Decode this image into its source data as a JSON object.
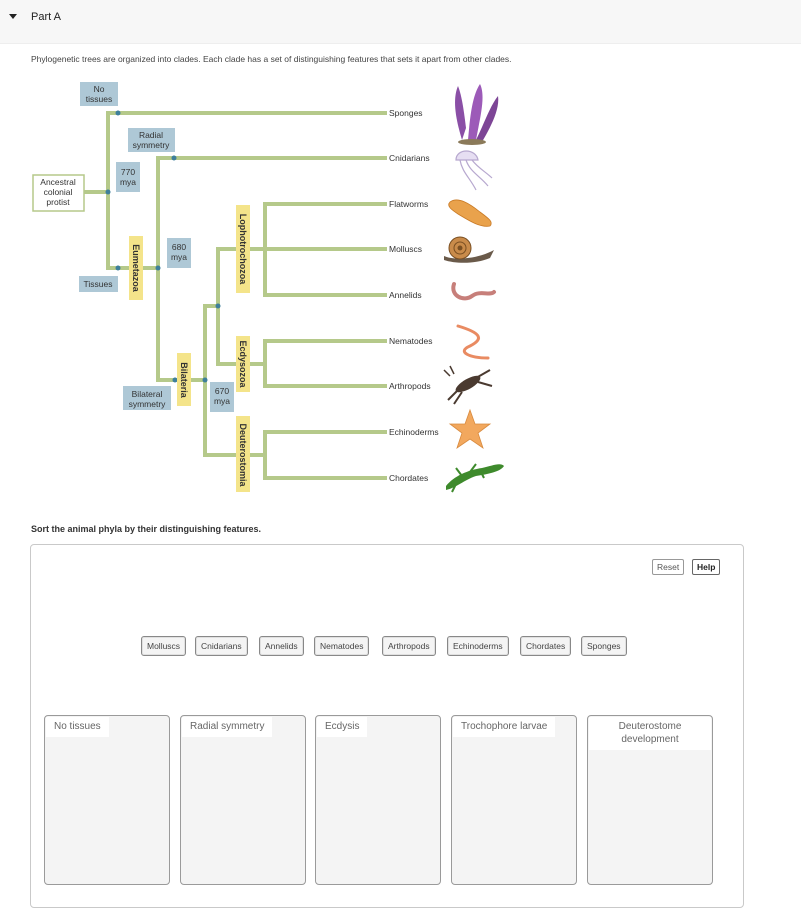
{
  "part": {
    "title": "Part A"
  },
  "intro": "Phylogenetic trees are organized into clades. Each clade has a set of distinguishing features that sets it apart from other clades.",
  "tree": {
    "labels": {
      "no_tissues": [
        "No",
        "tissues"
      ],
      "radial_symmetry": [
        "Radial",
        "symmetry"
      ],
      "mya770": [
        "770",
        "mya"
      ],
      "ancestral": [
        "Ancestral",
        "colonial",
        "protist"
      ],
      "mya680": [
        "680",
        "mya"
      ],
      "tissues": [
        "Tissues"
      ],
      "bilateral": [
        "Bilateral",
        "symmetry"
      ],
      "mya670": [
        "670",
        "mya"
      ]
    },
    "clades": {
      "eumetazoa": "Eumetazoa",
      "bilateria": "Bilateria",
      "lophotrochozoa": "Lophotrochozoa",
      "ecdysozoa": "Ecdysozoa",
      "deuterostomia": "Deuterostomia"
    },
    "taxa": [
      "Sponges",
      "Cnidarians",
      "Flatworms",
      "Molluscs",
      "Annelids",
      "Nematodes",
      "Arthropods",
      "Echinoderms",
      "Chordates"
    ]
  },
  "instruction": "Sort the animal phyla by their distinguishing features.",
  "buttons": {
    "reset": "Reset",
    "help": "Help"
  },
  "chips": [
    "Molluscs",
    "Cnidarians",
    "Annelids",
    "Nematodes",
    "Arthropods",
    "Echinoderms",
    "Chordates",
    "Sponges"
  ],
  "bins": [
    "No tissues",
    "Radial symmetry",
    "Ecdysis",
    "Trochophore larvae",
    "Deuterostome development"
  ],
  "colors": {
    "branch": "#b5c98a",
    "node": "#3e7f9b",
    "label_box": "#aec8d6",
    "clade_box": "#f4e48a"
  }
}
